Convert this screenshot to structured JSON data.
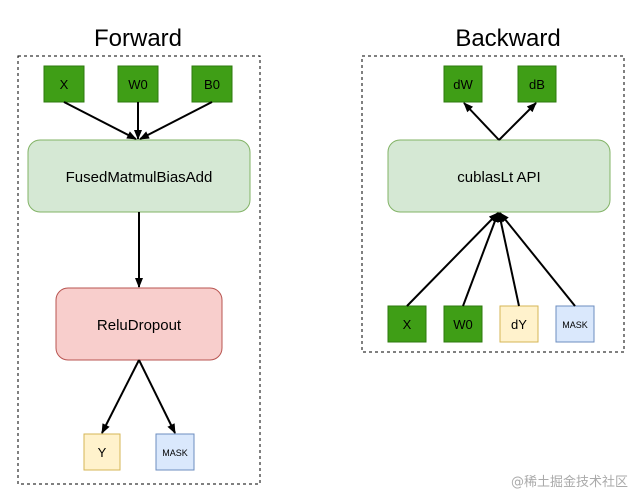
{
  "forward": {
    "title": "Forward",
    "inputs": [
      "X",
      "W0",
      "B0"
    ],
    "op_main": "FusedMatmulBiasAdd",
    "op_second": "ReluDropout",
    "outputs": [
      "Y",
      "MASK"
    ]
  },
  "backward": {
    "title": "Backward",
    "outputs": [
      "dW",
      "dB"
    ],
    "op_main": "cublasLt API",
    "inputs": [
      "X",
      "W0",
      "dY",
      "MASK"
    ]
  },
  "watermark": "@稀土掘金技术社区",
  "colors": {
    "green_box_fill": "#3f9e16",
    "green_box_stroke": "#2d7a0d",
    "op_fill": "#d5e8d4",
    "op_stroke": "#82b366",
    "red_op_fill": "#f8cecc",
    "red_op_stroke": "#b85450",
    "yellow_fill": "#fff2cc",
    "yellow_stroke": "#d6b656",
    "blue_fill": "#dae8fc",
    "blue_stroke": "#6c8ebf"
  }
}
